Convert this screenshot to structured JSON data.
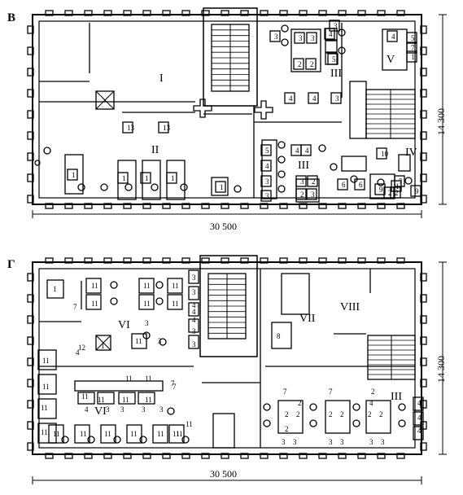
{
  "plans": [
    {
      "letter": "В",
      "width_label": "30 500",
      "depth_label": "14 300",
      "rooms": [
        "I",
        "II",
        "III",
        "III",
        "IV",
        "V"
      ],
      "desk_numbers": [
        "3",
        "3",
        "3",
        "4",
        "5",
        "2",
        "2",
        "3",
        "4",
        "4",
        "3",
        "13",
        "13",
        "1",
        "1",
        "1",
        "1",
        "1",
        "5",
        "4",
        "3",
        "3",
        "4",
        "4",
        "3",
        "2",
        "3",
        "2",
        "6",
        "6",
        "10",
        "9",
        "9",
        "2",
        "1",
        "4",
        "5",
        "7",
        "1",
        "2",
        "7"
      ]
    },
    {
      "letter": "Г",
      "width_label": "30 500",
      "depth_label": "14 300",
      "rooms": [
        "VI",
        "VI",
        "VII",
        "VIII",
        "III"
      ],
      "desk_numbers": [
        "1",
        "7",
        "11",
        "11",
        "11",
        "11",
        "11",
        "11",
        "3",
        "3",
        "4",
        "4",
        "3",
        "3",
        "3",
        "4",
        "11",
        "3",
        "4",
        "12",
        "1",
        "8",
        "11",
        "11",
        "11",
        "11",
        "11",
        "11",
        "11",
        "11",
        "11",
        "11",
        "11",
        "7",
        "4",
        "3",
        "3",
        "3",
        "3",
        "11",
        "11",
        "11",
        "11",
        "11",
        "11",
        "11",
        "7",
        "7",
        "7",
        "2",
        "2",
        "2",
        "2",
        "2",
        "2",
        "2",
        "2",
        "4",
        "2",
        "3",
        "3",
        "3",
        "3",
        "3",
        "3",
        "4",
        "4",
        "4"
      ]
    }
  ]
}
